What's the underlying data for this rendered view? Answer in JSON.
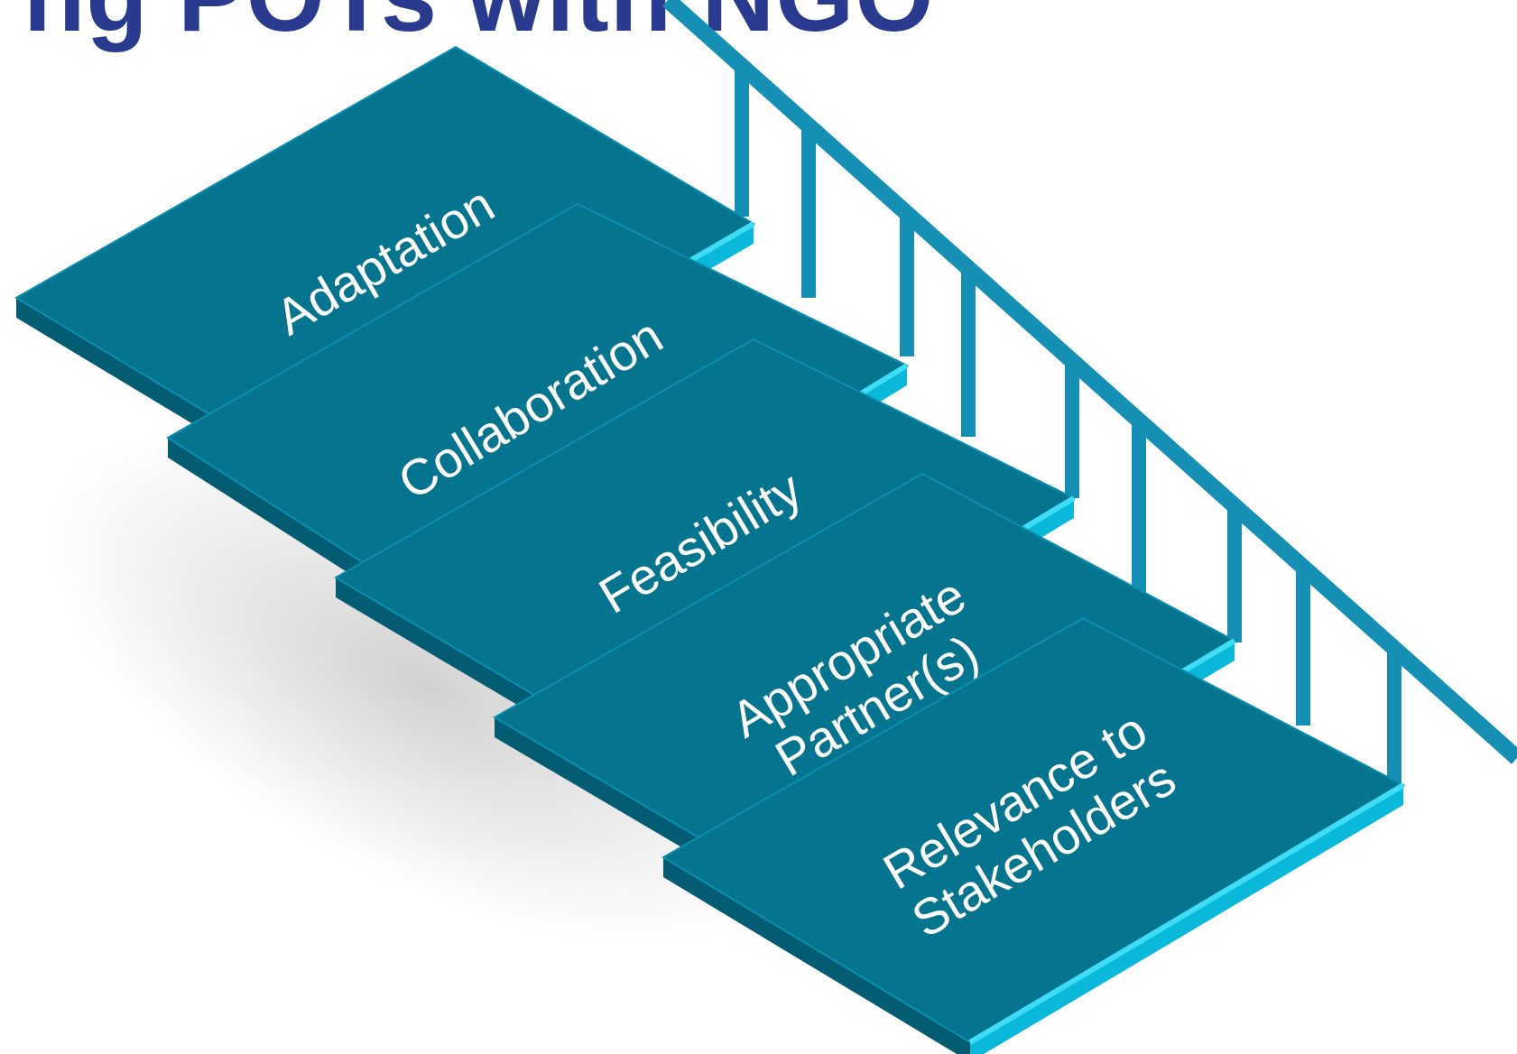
{
  "title": "ng POTs with NGO",
  "steps": [
    {
      "lines": [
        "Adaptation"
      ]
    },
    {
      "lines": [
        "Collaboration"
      ]
    },
    {
      "lines": [
        "Feasibility"
      ]
    },
    {
      "lines": [
        "Appropriate",
        "Partner(s)"
      ]
    },
    {
      "lines": [
        "Relevance to",
        "Stakeholders"
      ]
    }
  ],
  "colors": {
    "title": "#2a3b8f",
    "tread_top": "#05748f",
    "tread_edge": "#0ab8d9",
    "tread_edge_light": "#3fdcf5",
    "tread_side": "#045c73",
    "railing": "#1590b4",
    "label": "#ffffff"
  }
}
